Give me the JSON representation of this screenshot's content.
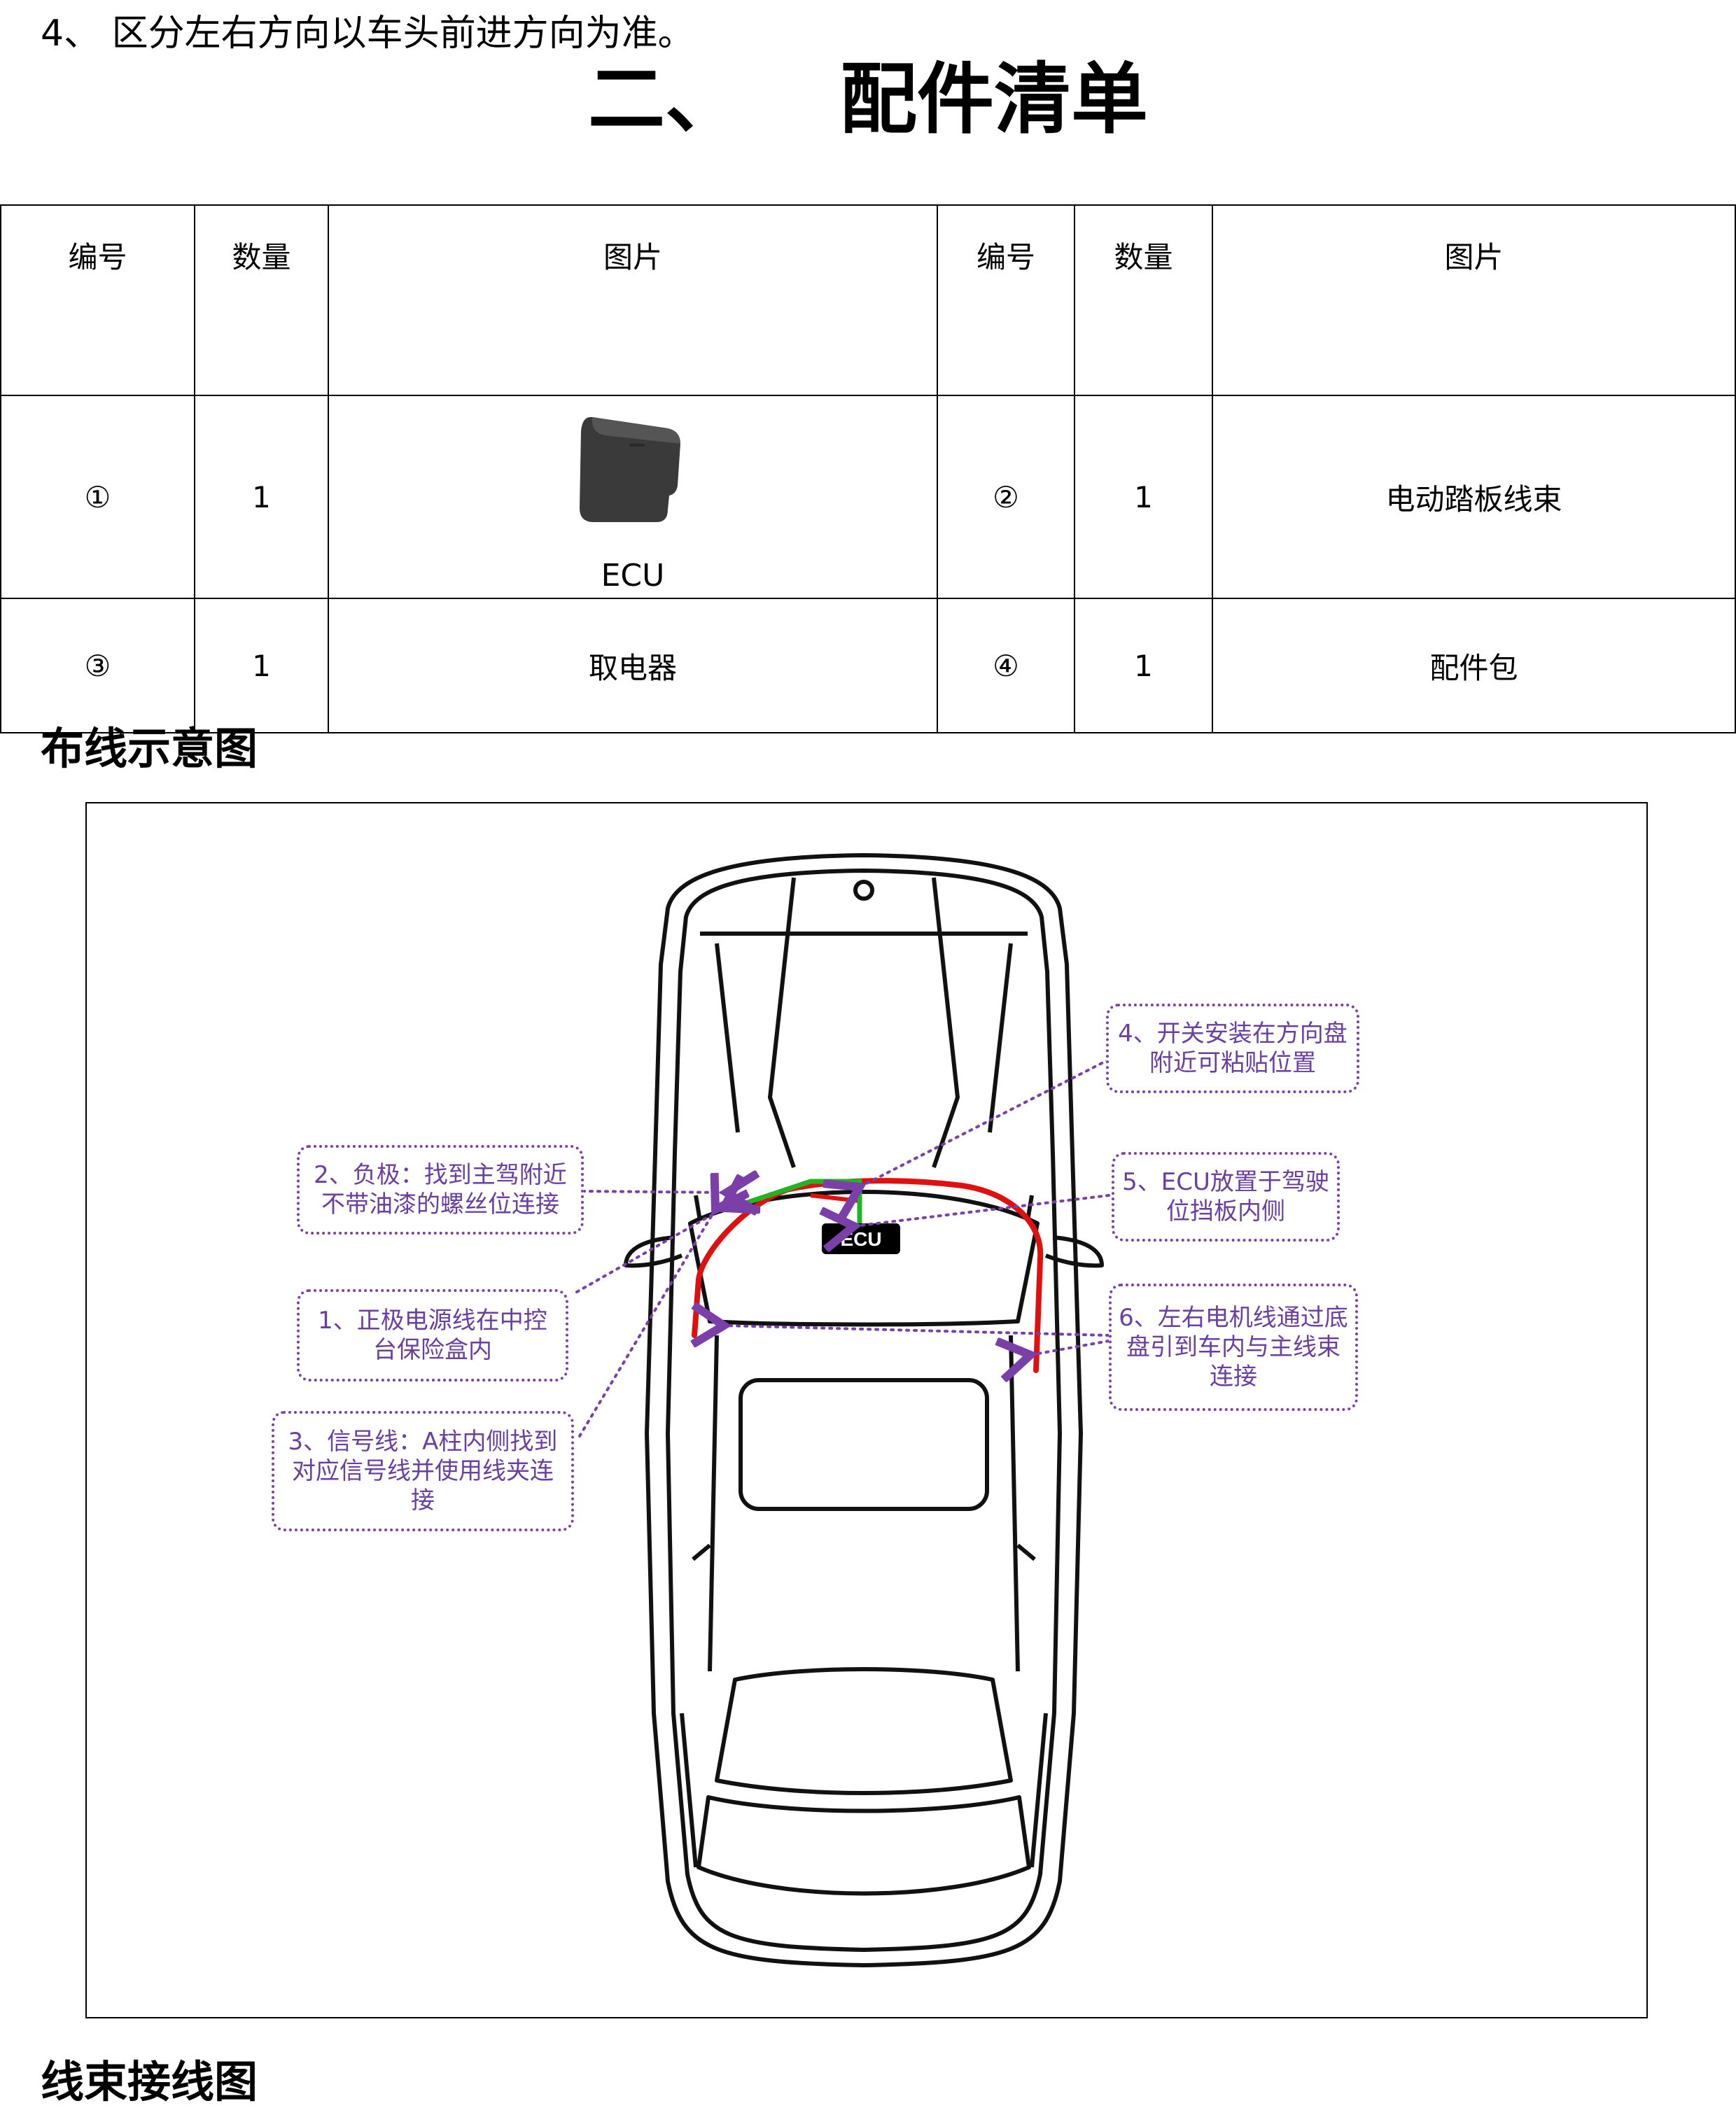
{
  "intro": "4、 区分左右方向以车头前进方向为准。",
  "heading": {
    "number": "二、",
    "title": "配件清单"
  },
  "table": {
    "headers": [
      "编号",
      "数量",
      "图片",
      "编号",
      "数量",
      "图片"
    ],
    "rows": [
      {
        "no_l": "①",
        "qty_l": "1",
        "item_l": "ECU",
        "no_r": "②",
        "qty_r": "1",
        "item_r": "电动踏板线束"
      },
      {
        "no_l": "③",
        "qty_l": "1",
        "item_l": "取电器",
        "no_r": "④",
        "qty_r": "1",
        "item_r": "配件包"
      }
    ]
  },
  "wiring_title": "布线示意图",
  "diagram": {
    "ecu_label": "ECU",
    "callouts": {
      "c1": "1、正极电源线在中控台保险盒内",
      "c2": "2、负极：找到主驾附近不带油漆的螺丝位连接",
      "c3": "3、信号线：A柱内侧找到对应信号线并使用线夹连接",
      "c4": "4、开关安装在方向盘附近可粘贴位置",
      "c5": "5、ECU放置于驾驶位挡板内侧",
      "c6": "6、左右电机线通过底盘引到车内与主线束连接"
    },
    "colors": {
      "power_wire": "#e01010",
      "ground_wire": "#22b422",
      "callout": "#7a3fa8"
    }
  },
  "harness_title": "线束接线图"
}
